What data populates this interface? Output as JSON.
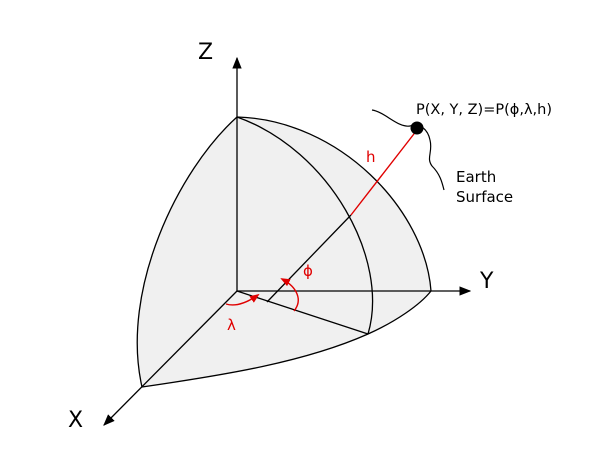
{
  "axes": {
    "z_label": "Z",
    "y_label": "Y",
    "x_label": "X"
  },
  "point": {
    "label": "P(X, Y, Z)=P(ϕ,λ,h)"
  },
  "height_label": "h",
  "latitude_label": "ϕ",
  "longitude_label": "λ",
  "surface_label": {
    "line1": "Earth",
    "line2": "Surface"
  },
  "colors": {
    "accent": "#e00000",
    "fill": "#f0f0f0",
    "stroke": "#000000"
  }
}
